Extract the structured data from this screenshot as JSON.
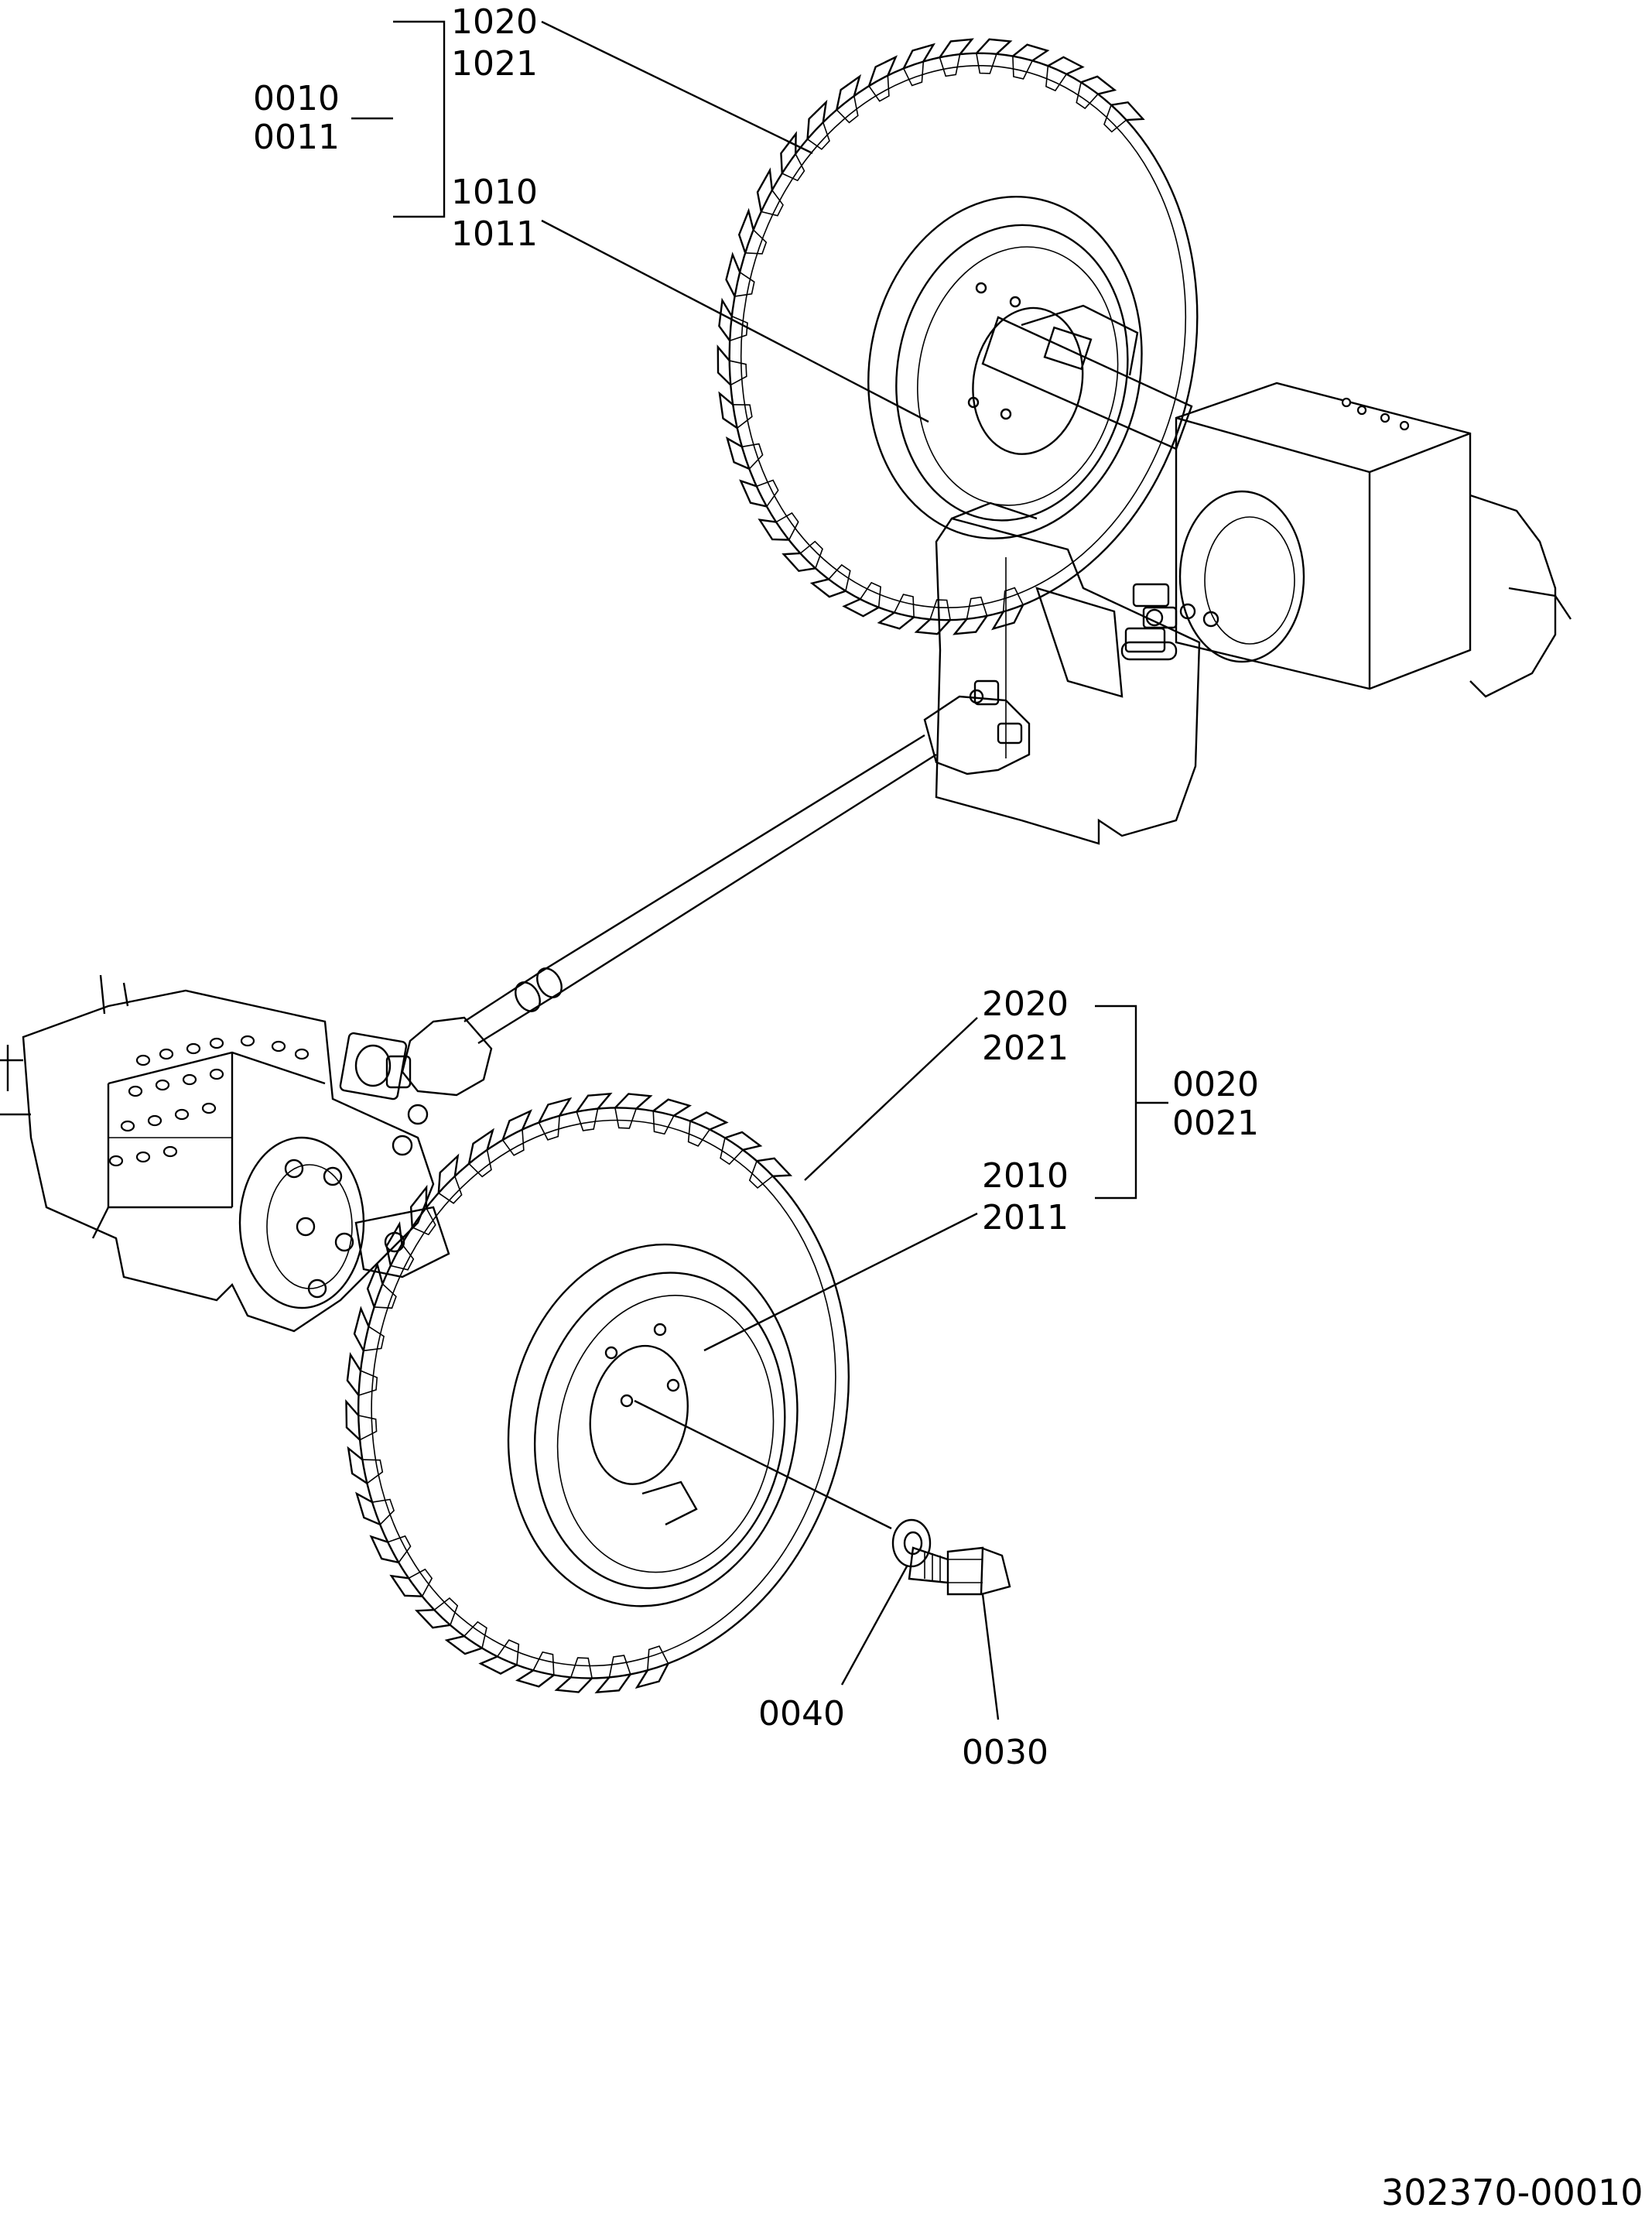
{
  "callouts": {
    "assy_front_a": "0010",
    "assy_front_b": "0011",
    "tire_front_a": "1020",
    "tire_front_b": "1021",
    "wheel_front_a": "1010",
    "wheel_front_b": "1011",
    "assy_rear_a": "0020",
    "assy_rear_b": "0021",
    "tire_rear_a": "2020",
    "tire_rear_b": "2021",
    "wheel_rear_a": "2010",
    "wheel_rear_b": "2011",
    "washer": "0040",
    "bolt": "0030"
  },
  "figure_number": "302370-00010"
}
